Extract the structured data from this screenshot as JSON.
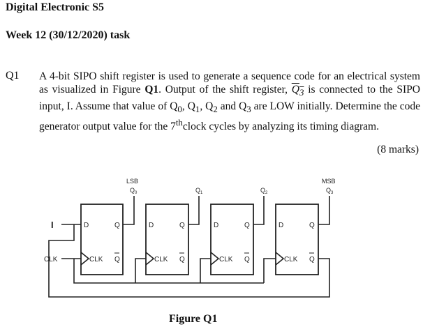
{
  "header": {
    "course": "Digital Electronic S5",
    "task": "Week 12 (30/12/2020) task"
  },
  "question": {
    "number": "Q1",
    "text_parts": {
      "p1": "A 4-bit SIPO shift register is used to generate a sequence code for an electrical system as visualized in Figure ",
      "fig_ref": "Q1",
      "p2": ". Output of the shift register, ",
      "qbar": "Q",
      "qbar_sub": "3",
      "p3": " is connected to the SIPO input, I. Assume that value of Q",
      "s0": "0",
      "p4": ", Q",
      "s1": "1",
      "p5": ", Q",
      "s2": "2",
      "p6": " and Q",
      "s3": "3",
      "p7": " are LOW initially. Determine the code generator output value for the 7",
      "sup": "th",
      "p8": "clock cycles by analyzing its timing diagram."
    },
    "marks": "(8 marks)"
  },
  "figure": {
    "caption": "Figure Q1",
    "input_label": "I",
    "clock_label": "CLK",
    "lsb_label": "LSB",
    "msb_label": "MSB",
    "flipflops": [
      {
        "d": "D",
        "q": "Q",
        "qbar": "Q",
        "clk": "CLK",
        "out": "Q",
        "out_sub": "0"
      },
      {
        "d": "D",
        "q": "Q",
        "qbar": "Q",
        "clk": "CLK",
        "out": "Q",
        "out_sub": "1"
      },
      {
        "d": "D",
        "q": "Q",
        "qbar": "Q",
        "clk": "CLK",
        "out": "Q",
        "out_sub": "2"
      },
      {
        "d": "D",
        "q": "Q",
        "qbar": "Q",
        "clk": "CLK",
        "out": "Q",
        "out_sub": "3"
      }
    ]
  }
}
